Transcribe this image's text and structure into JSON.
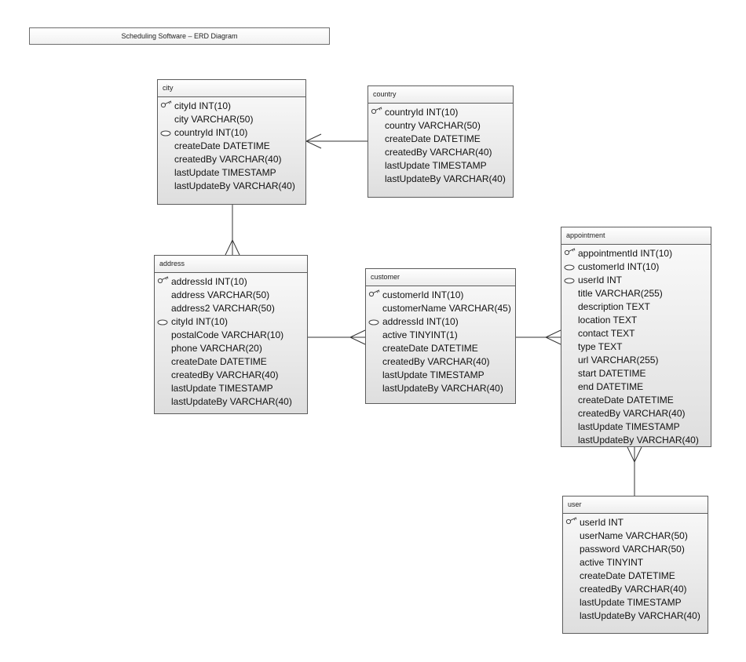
{
  "title": "Scheduling Software – ERD Diagram",
  "entities": {
    "city": {
      "name": "city",
      "attributes": [
        {
          "label": "cityId INT(10)",
          "key": "primary"
        },
        {
          "label": "city VARCHAR(50)",
          "key": "none"
        },
        {
          "label": "countryId INT(10)",
          "key": "foreign"
        },
        {
          "label": "createDate DATETIME",
          "key": "none"
        },
        {
          "label": "createdBy VARCHAR(40)",
          "key": "none"
        },
        {
          "label": "lastUpdate TIMESTAMP",
          "key": "none"
        },
        {
          "label": "lastUpdateBy VARCHAR(40)",
          "key": "none"
        }
      ]
    },
    "country": {
      "name": "country",
      "attributes": [
        {
          "label": "countryId INT(10)",
          "key": "primary"
        },
        {
          "label": "country VARCHAR(50)",
          "key": "none"
        },
        {
          "label": "createDate DATETIME",
          "key": "none"
        },
        {
          "label": "createdBy VARCHAR(40)",
          "key": "none"
        },
        {
          "label": "lastUpdate TIMESTAMP",
          "key": "none"
        },
        {
          "label": "lastUpdateBy VARCHAR(40)",
          "key": "none"
        }
      ]
    },
    "address": {
      "name": "address",
      "attributes": [
        {
          "label": "addressId INT(10)",
          "key": "primary"
        },
        {
          "label": "address VARCHAR(50)",
          "key": "none"
        },
        {
          "label": "address2 VARCHAR(50)",
          "key": "none"
        },
        {
          "label": "cityId INT(10)",
          "key": "foreign"
        },
        {
          "label": "postalCode VARCHAR(10)",
          "key": "none"
        },
        {
          "label": "phone VARCHAR(20)",
          "key": "none"
        },
        {
          "label": "createDate DATETIME",
          "key": "none"
        },
        {
          "label": "createdBy VARCHAR(40)",
          "key": "none"
        },
        {
          "label": "lastUpdate TIMESTAMP",
          "key": "none"
        },
        {
          "label": "lastUpdateBy VARCHAR(40)",
          "key": "none"
        }
      ]
    },
    "customer": {
      "name": "customer",
      "attributes": [
        {
          "label": "customerId INT(10)",
          "key": "primary"
        },
        {
          "label": "customerName VARCHAR(45)",
          "key": "none"
        },
        {
          "label": "addressId INT(10)",
          "key": "foreign"
        },
        {
          "label": "active TINYINT(1)",
          "key": "none"
        },
        {
          "label": "createDate DATETIME",
          "key": "none"
        },
        {
          "label": "createdBy VARCHAR(40)",
          "key": "none"
        },
        {
          "label": "lastUpdate TIMESTAMP",
          "key": "none"
        },
        {
          "label": "lastUpdateBy VARCHAR(40)",
          "key": "none"
        }
      ]
    },
    "appointment": {
      "name": "appointment",
      "attributes": [
        {
          "label": "appointmentId INT(10)",
          "key": "primary"
        },
        {
          "label": "customerId INT(10)",
          "key": "foreign"
        },
        {
          "label": "userId INT",
          "key": "foreign"
        },
        {
          "label": "title VARCHAR(255)",
          "key": "none"
        },
        {
          "label": "description TEXT",
          "key": "none"
        },
        {
          "label": "location TEXT",
          "key": "none"
        },
        {
          "label": "contact TEXT",
          "key": "none"
        },
        {
          "label": "type TEXT",
          "key": "none"
        },
        {
          "label": "url VARCHAR(255)",
          "key": "none"
        },
        {
          "label": "start DATETIME",
          "key": "none"
        },
        {
          "label": "end DATETIME",
          "key": "none"
        },
        {
          "label": "createDate DATETIME",
          "key": "none"
        },
        {
          "label": "createdBy VARCHAR(40)",
          "key": "none"
        },
        {
          "label": "lastUpdate TIMESTAMP",
          "key": "none"
        },
        {
          "label": "lastUpdateBy VARCHAR(40)",
          "key": "none"
        }
      ]
    },
    "user": {
      "name": "user",
      "attributes": [
        {
          "label": "userId INT",
          "key": "primary"
        },
        {
          "label": "userName VARCHAR(50)",
          "key": "none"
        },
        {
          "label": "password VARCHAR(50)",
          "key": "none"
        },
        {
          "label": "active TINYINT",
          "key": "none"
        },
        {
          "label": "createDate DATETIME",
          "key": "none"
        },
        {
          "label": "createdBy VARCHAR(40)",
          "key": "none"
        },
        {
          "label": "lastUpdate TIMESTAMP",
          "key": "none"
        },
        {
          "label": "lastUpdateBy VARCHAR(40)",
          "key": "none"
        }
      ]
    }
  },
  "relationships": [
    {
      "from": "city",
      "to": "country",
      "cardinality": "many-to-one"
    },
    {
      "from": "address",
      "to": "city",
      "cardinality": "many-to-one"
    },
    {
      "from": "customer",
      "to": "address",
      "cardinality": "many-to-one"
    },
    {
      "from": "appointment",
      "to": "customer",
      "cardinality": "many-to-one"
    },
    {
      "from": "appointment",
      "to": "user",
      "cardinality": "many-to-one"
    }
  ],
  "icons": {
    "primary": "key-icon",
    "foreign": "foreign-key-icon"
  }
}
